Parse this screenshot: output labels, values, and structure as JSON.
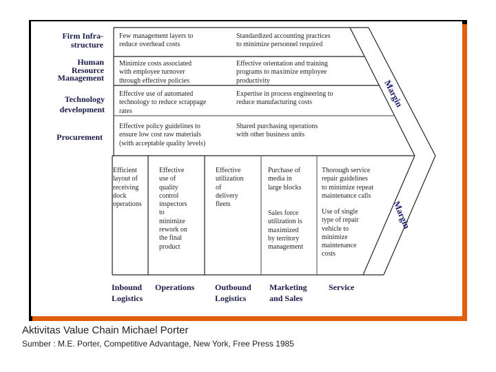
{
  "support_activities": [
    {
      "label": "Firm Infra-\nstructure",
      "cost_cell": "Few management layers to\nreduce overhead costs",
      "diff_cell": "Standardized accounting practices\nto minimize personnel required"
    },
    {
      "label": "Human\nResource\nManagement",
      "cost_cell": "Minimize costs associated\nwith employee turnover\nthrough effective policies",
      "diff_cell": "Effective orientation and training\nprograms to maximize employee\nproductivity"
    },
    {
      "label": "Technology\ndevelopment",
      "cost_cell": "Effective use of automated\ntechnology to reduce scrappage\nrates",
      "diff_cell": "Expertise in process engineering to\nreduce manufacturing costs"
    },
    {
      "label": "Procurement",
      "cost_cell": "Effective policy guidelines to\nensure low cost raw materials\n(with acceptable quality levels)",
      "diff_cell": "Shared purchasing operations\nwith other business units"
    }
  ],
  "primary_activities": [
    {
      "label": "Inbound\nLogistics",
      "cell": "Efficient\nlayout of\nreceiving\ndock\noperations"
    },
    {
      "label": "Operations",
      "cell": "Effective\nuse of\nquality\ncontrol\ninspectors\nto\nminimize\nrework on\nthe final\nproduct"
    },
    {
      "label": "Outbound\nLogistics",
      "cell": "Effective\nutilization\nof\ndelivery\nfleets"
    },
    {
      "label": "Marketing\nand Sales",
      "cell": "Purchase of\nmedia in\nlarge blocks",
      "cell2": "Sales force\nutilization is\nmaximized\nby territory\nmanagement"
    },
    {
      "label": "Service",
      "cell": "Thorough service\nrepair guidelines\nto minimize repeat\nmaintenance calls",
      "cell2": "Use of  single\ntype of repair\nvehicle to\nminimize\nmaintenance\ncosts"
    }
  ],
  "margin": {
    "top_label": "Margin",
    "bottom_label": "Margin"
  },
  "colors": {
    "frame_accent": "#e06010",
    "label_text": "#1a1a4a",
    "line": "#222222"
  },
  "caption": {
    "title": "Aktivitas Value Chain Michael Porter",
    "source": "Sumber : M.E. Porter, Competitive Advantage, New York, Free Press 1985"
  }
}
